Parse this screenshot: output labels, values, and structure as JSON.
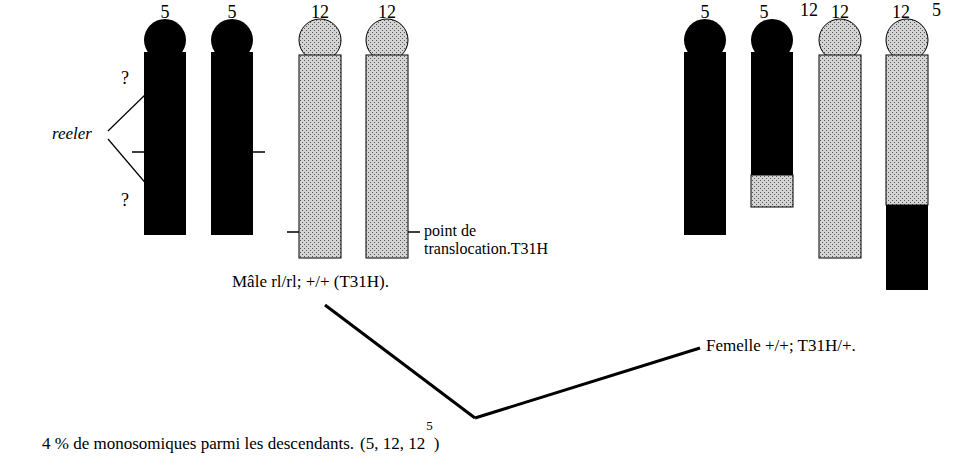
{
  "diagram": {
    "labels": [
      "5",
      "5",
      "12",
      "12",
      "?",
      "reeler",
      "?",
      "point de translocation.T31H",
      "Mâle rl/rl; +/+ (T31H).",
      "5",
      "5",
      "12",
      "12",
      "12",
      "5",
      "Femelle +/+; T31H/+.",
      "4 % de monosomiques parmi les descendants.",
      "(5, 12, 12",
      "5",
      ")"
    ]
  }
}
